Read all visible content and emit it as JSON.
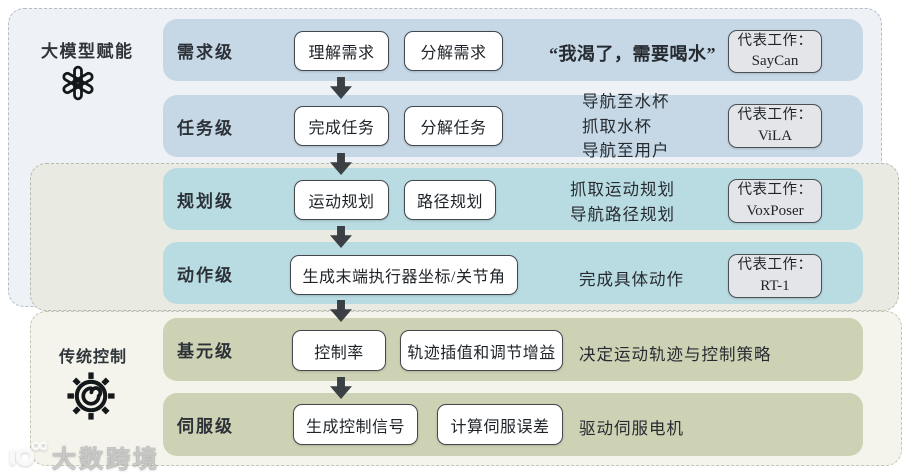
{
  "colors": {
    "panel_top_bg": "#eef2f7",
    "panel_mid_bg": "#e9ebe2",
    "panel_bottom_bg": "#f4f4ec",
    "bar_blue": "#c6d8e6",
    "bar_teal": "#b9dce2",
    "bar_olive": "#ced2b4",
    "box_bg": "#ffffff",
    "box_border": "#43484e",
    "badge_bg": "#e3e5e8",
    "arrow": "#3a4044",
    "text": "#23282d"
  },
  "diagram": {
    "sections": [
      {
        "label": "大模型赋能",
        "icon": "openai-logo"
      },
      {
        "label": "传统控制",
        "icon": "gear"
      }
    ],
    "rows": [
      {
        "level": "需求级",
        "boxes": [
          "理解需求",
          "分解需求"
        ],
        "description": "“我渴了，需要喝水”",
        "rep": {
          "title": "代表工作：",
          "name": "SayCan"
        }
      },
      {
        "level": "任务级",
        "boxes": [
          "完成任务",
          "分解任务"
        ],
        "description": "导航至水杯\n抓取水杯\n导航至用户",
        "rep": {
          "title": "代表工作：",
          "name": "ViLA"
        }
      },
      {
        "level": "规划级",
        "boxes": [
          "运动规划",
          "路径规划"
        ],
        "description": "抓取运动规划\n导航路径规划",
        "rep": {
          "title": "代表工作：",
          "name": "VoxPoser"
        }
      },
      {
        "level": "动作级",
        "boxes": [
          "生成末端执行器坐标/关节角"
        ],
        "description": "完成具体动作",
        "rep": {
          "title": "代表工作：",
          "name": "RT-1"
        }
      },
      {
        "level": "基元级",
        "boxes": [
          "控制率",
          "轨迹插值和调节增益"
        ],
        "description": "决定运动轨迹与控制策略"
      },
      {
        "level": "伺服级",
        "boxes": [
          "生成控制信号",
          "计算伺服误差"
        ],
        "description": "驱动伺服电机"
      }
    ],
    "watermark": {
      "brand": "大数跨境"
    }
  }
}
